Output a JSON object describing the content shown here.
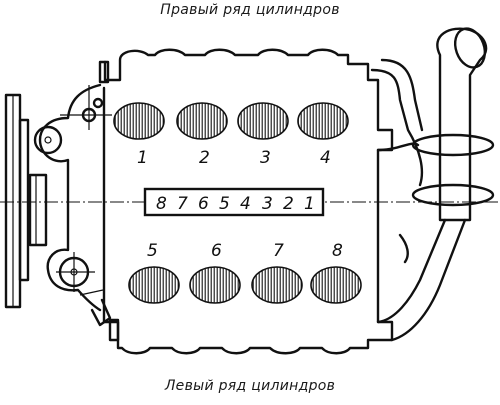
{
  "captions": {
    "top": "Правый ряд цилиндров",
    "bottom": "Левый ряд цилиндров"
  },
  "right_bank_cylinders": [
    "1",
    "2",
    "3",
    "4"
  ],
  "left_bank_cylinders": [
    "5",
    "6",
    "7",
    "8"
  ],
  "firing_order": [
    "8",
    "7",
    "6",
    "5",
    "4",
    "3",
    "2",
    "1"
  ]
}
